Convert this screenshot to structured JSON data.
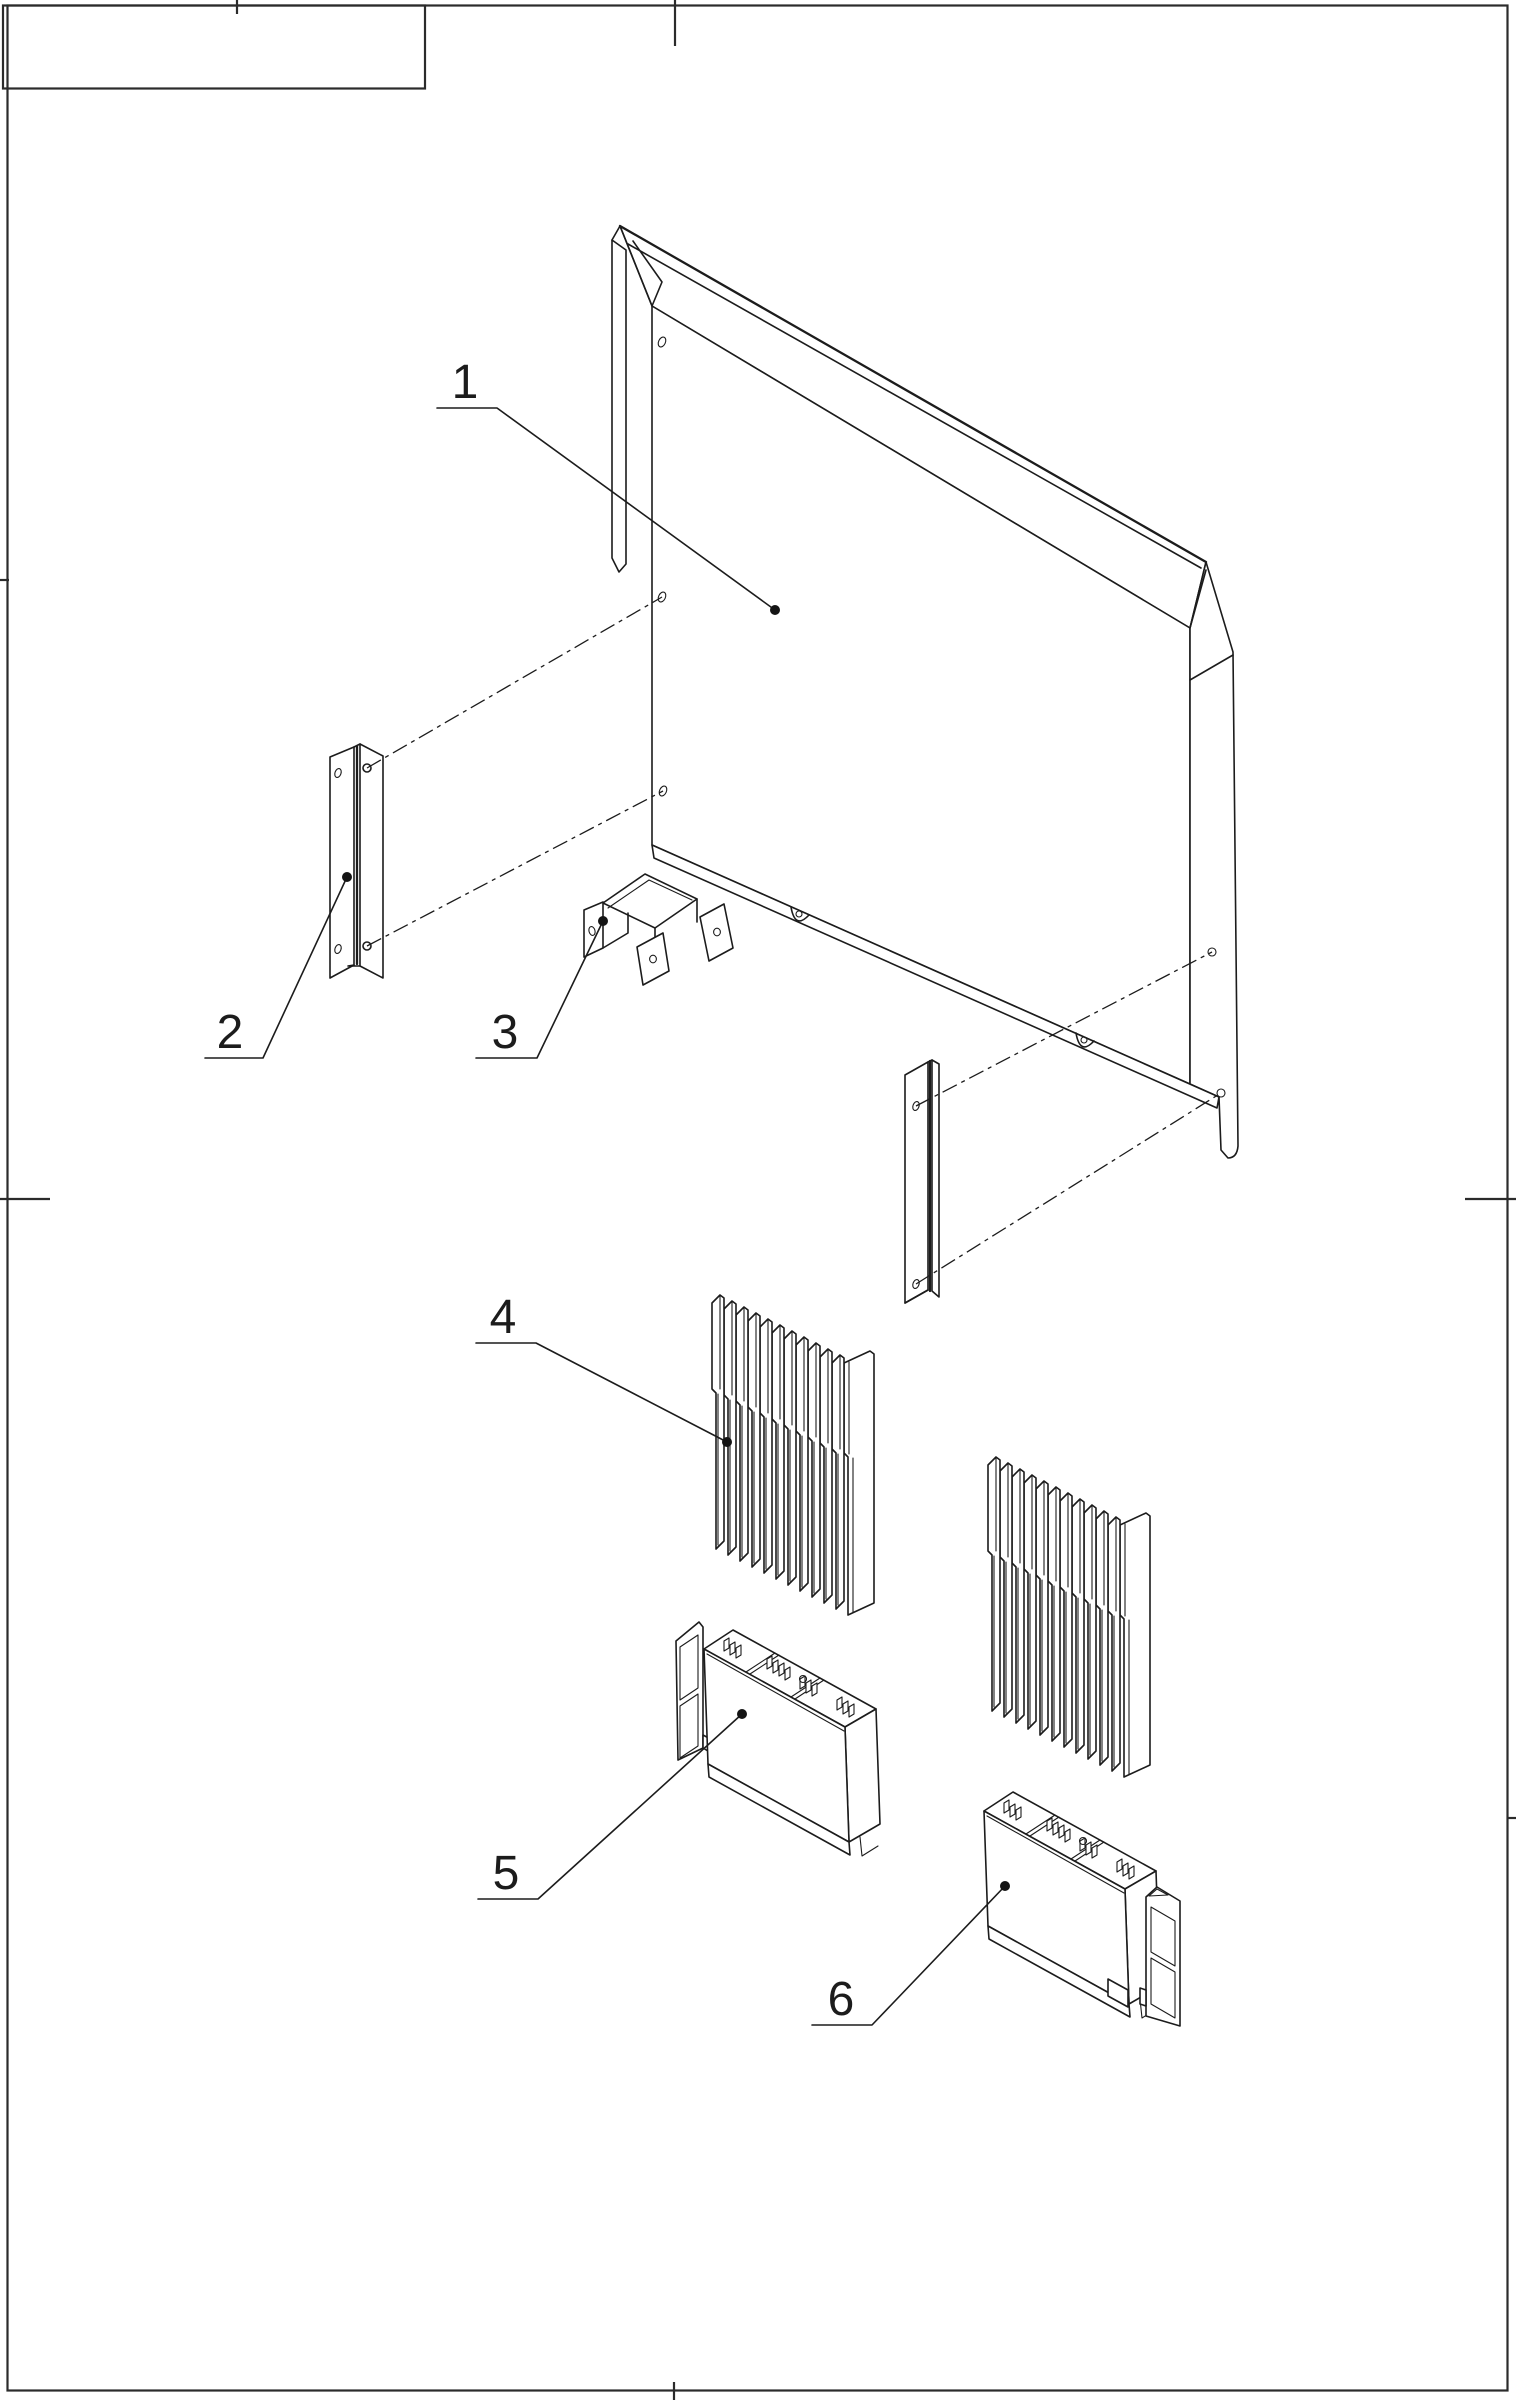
{
  "drawing": {
    "background_color": "#ffffff",
    "line_color": "#1c1c1c",
    "title_block_text": ""
  },
  "callouts": [
    {
      "label": "1"
    },
    {
      "label": "2"
    },
    {
      "label": "3"
    },
    {
      "label": "4"
    },
    {
      "label": "5"
    },
    {
      "label": "6"
    }
  ]
}
